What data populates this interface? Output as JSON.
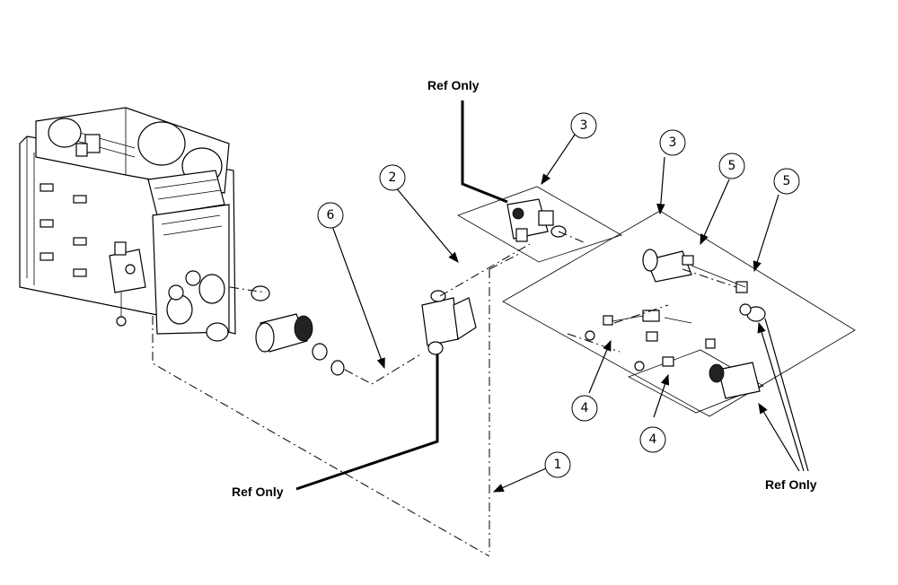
{
  "labels": {
    "ref_top": "Ref Only",
    "ref_bottom_left": "Ref Only",
    "ref_bottom_right": "Ref Only"
  },
  "callouts": {
    "c1": "1",
    "c2": "2",
    "c3a": "3",
    "c3b": "3",
    "c4a": "4",
    "c4b": "4",
    "c5a": "5",
    "c5b": "5",
    "c6": "6"
  }
}
